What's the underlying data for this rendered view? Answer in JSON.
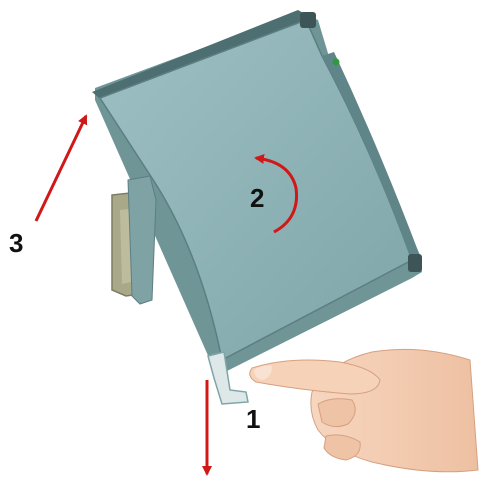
{
  "steps": {
    "step1": "1",
    "step2": "2",
    "step3": "3"
  },
  "colors": {
    "arrow": "#d01818",
    "housing_front": "#8fb3b6",
    "housing_side": "#6f9597",
    "housing_shadow": "#5b7f82",
    "clip": "#a9a98a",
    "skin": "#f4cbb0",
    "skin_shadow": "#dca98a",
    "led": "#2f9a3a"
  },
  "icons": {
    "module": "din-rail-module-icon",
    "hand": "pointing-hand-icon",
    "arrow_down": "arrow-down-icon",
    "arrow_rotate": "rotate-arrow-icon",
    "arrow_up": "arrow-up-icon"
  }
}
